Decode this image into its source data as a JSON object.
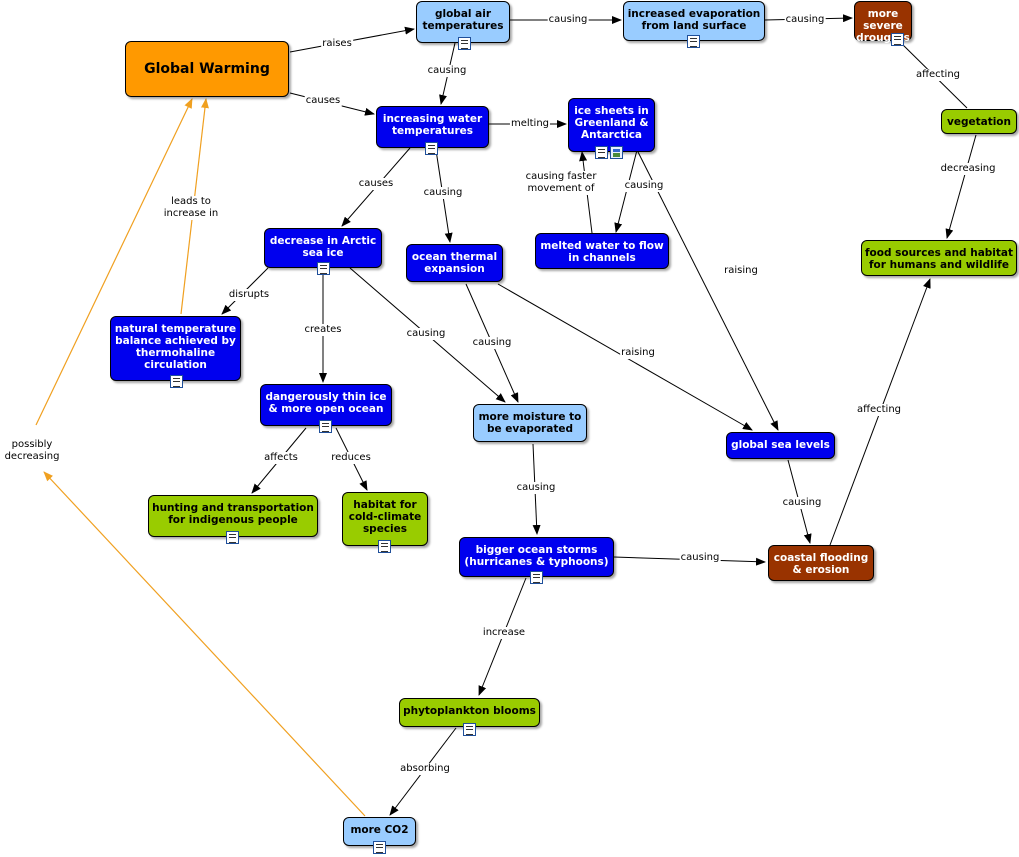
{
  "colors": {
    "orange": "#ff9900",
    "light_blue": "#99ccff",
    "dark_blue": "#0000ee",
    "green": "#99cc00",
    "brown": "#993300",
    "orange_link": "#f0a020"
  },
  "nodes": {
    "global_warming": "Global Warming",
    "global_air_temperatures": "global air\ntemperatures",
    "increased_evaporation": "increased evaporation\nfrom land surface",
    "more_severe_droughts": "more severe\ndroughts",
    "vegetation": "vegetation",
    "increasing_water_temperatures": "increasing water\ntemperatures",
    "ice_sheets": "ice sheets in\nGreenland &\nAntarctica",
    "melted_water": "melted water to flow\nin channels",
    "food_sources": "food sources and habitat\nfor humans and wildlife",
    "decrease_arctic_sea_ice": "decrease in Arctic\nsea ice",
    "ocean_thermal_expansion": "ocean thermal\nexpansion",
    "natural_temperature_balance": "natural temperature\nbalance achieved by\nthermohaline\ncirculation",
    "dangerously_thin_ice": "dangerously thin ice\n& more open ocean",
    "more_moisture": "more moisture to\nbe evaporated",
    "global_sea_levels": "global sea levels",
    "hunting_transportation": "hunting and transportation\nfor indigenous people",
    "habitat_cold_climate": "habitat for\ncold-climate\nspecies",
    "bigger_ocean_storms": "bigger ocean storms\n(hurricanes & typhoons)",
    "coastal_flooding": "coastal flooding\n& erosion",
    "phytoplankton_blooms": "phytoplankton blooms",
    "more_co2": "more CO2"
  },
  "links": {
    "raises": "raises",
    "causes_gw": "causes",
    "causing_air_evap": "causing",
    "causing_evap_drought": "causing",
    "causing_air_water": "causing",
    "affecting_drought_veg": "affecting",
    "melting": "melting",
    "decreasing_veg_food": "decreasing",
    "causing_faster": "causing faster\nmovement of",
    "causing_ice_melt": "causing",
    "causes_water_arctic": "causes",
    "causing_water_thermal": "causing",
    "leads_to": "leads to\nincrease in",
    "disrupts": "disrupts",
    "creates": "creates",
    "causing_arctic_moisture": "causing",
    "causing_thermal_moisture": "causing",
    "raising_thermal": "raising",
    "raising_ice": "raising",
    "possibly_decreasing": "possibly\ndecreasing",
    "affects": "affects",
    "reduces": "reduces",
    "affecting_flood_food": "affecting",
    "causing_moisture_storms": "causing",
    "causing_sea_flood": "causing",
    "causing_storms_flood": "causing",
    "increase": "increase",
    "absorbing": "absorbing"
  }
}
